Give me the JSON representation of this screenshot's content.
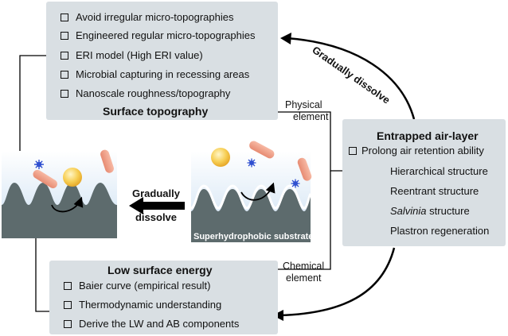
{
  "surface_topography": {
    "title": "Surface topography",
    "items": [
      "Avoid irregular micro-topographies",
      "Engineered regular micro-topographies",
      "ERI model (High ERI value)",
      "Microbial capturing in recessing areas",
      "Nanoscale roughness/topography"
    ]
  },
  "low_surface_energy": {
    "title": "Low surface energy",
    "items": [
      "Baier curve (empirical result)",
      "Thermodynamic understanding",
      "Derive the LW and AB components"
    ]
  },
  "entrapped_air": {
    "title": "Entrapped air-layer",
    "checkbox_item": "Prolong air retention ability",
    "items": [
      "Hierarchical structure",
      "Reentrant structure",
      "Salvinia structure",
      "Plastron regeneration"
    ]
  },
  "connectors": {
    "physical_line1": "Physical",
    "physical_line2": "element",
    "chemical_line1": "Chemical",
    "chemical_line2": "element",
    "gradually_dissolve_curved": "Gradually dissolve",
    "gradually_line1": "Gradually",
    "gradually_line2": "dissolve"
  },
  "substrate_label": "Superhydrophobic substrate",
  "colors": {
    "box_fill": "#d9dfe3",
    "substrate": "#5d6b6d",
    "water": "#cfe3f5",
    "bacteria": "#f0a28a",
    "spore": "#f6c447",
    "virus": "#2f4fd0"
  }
}
